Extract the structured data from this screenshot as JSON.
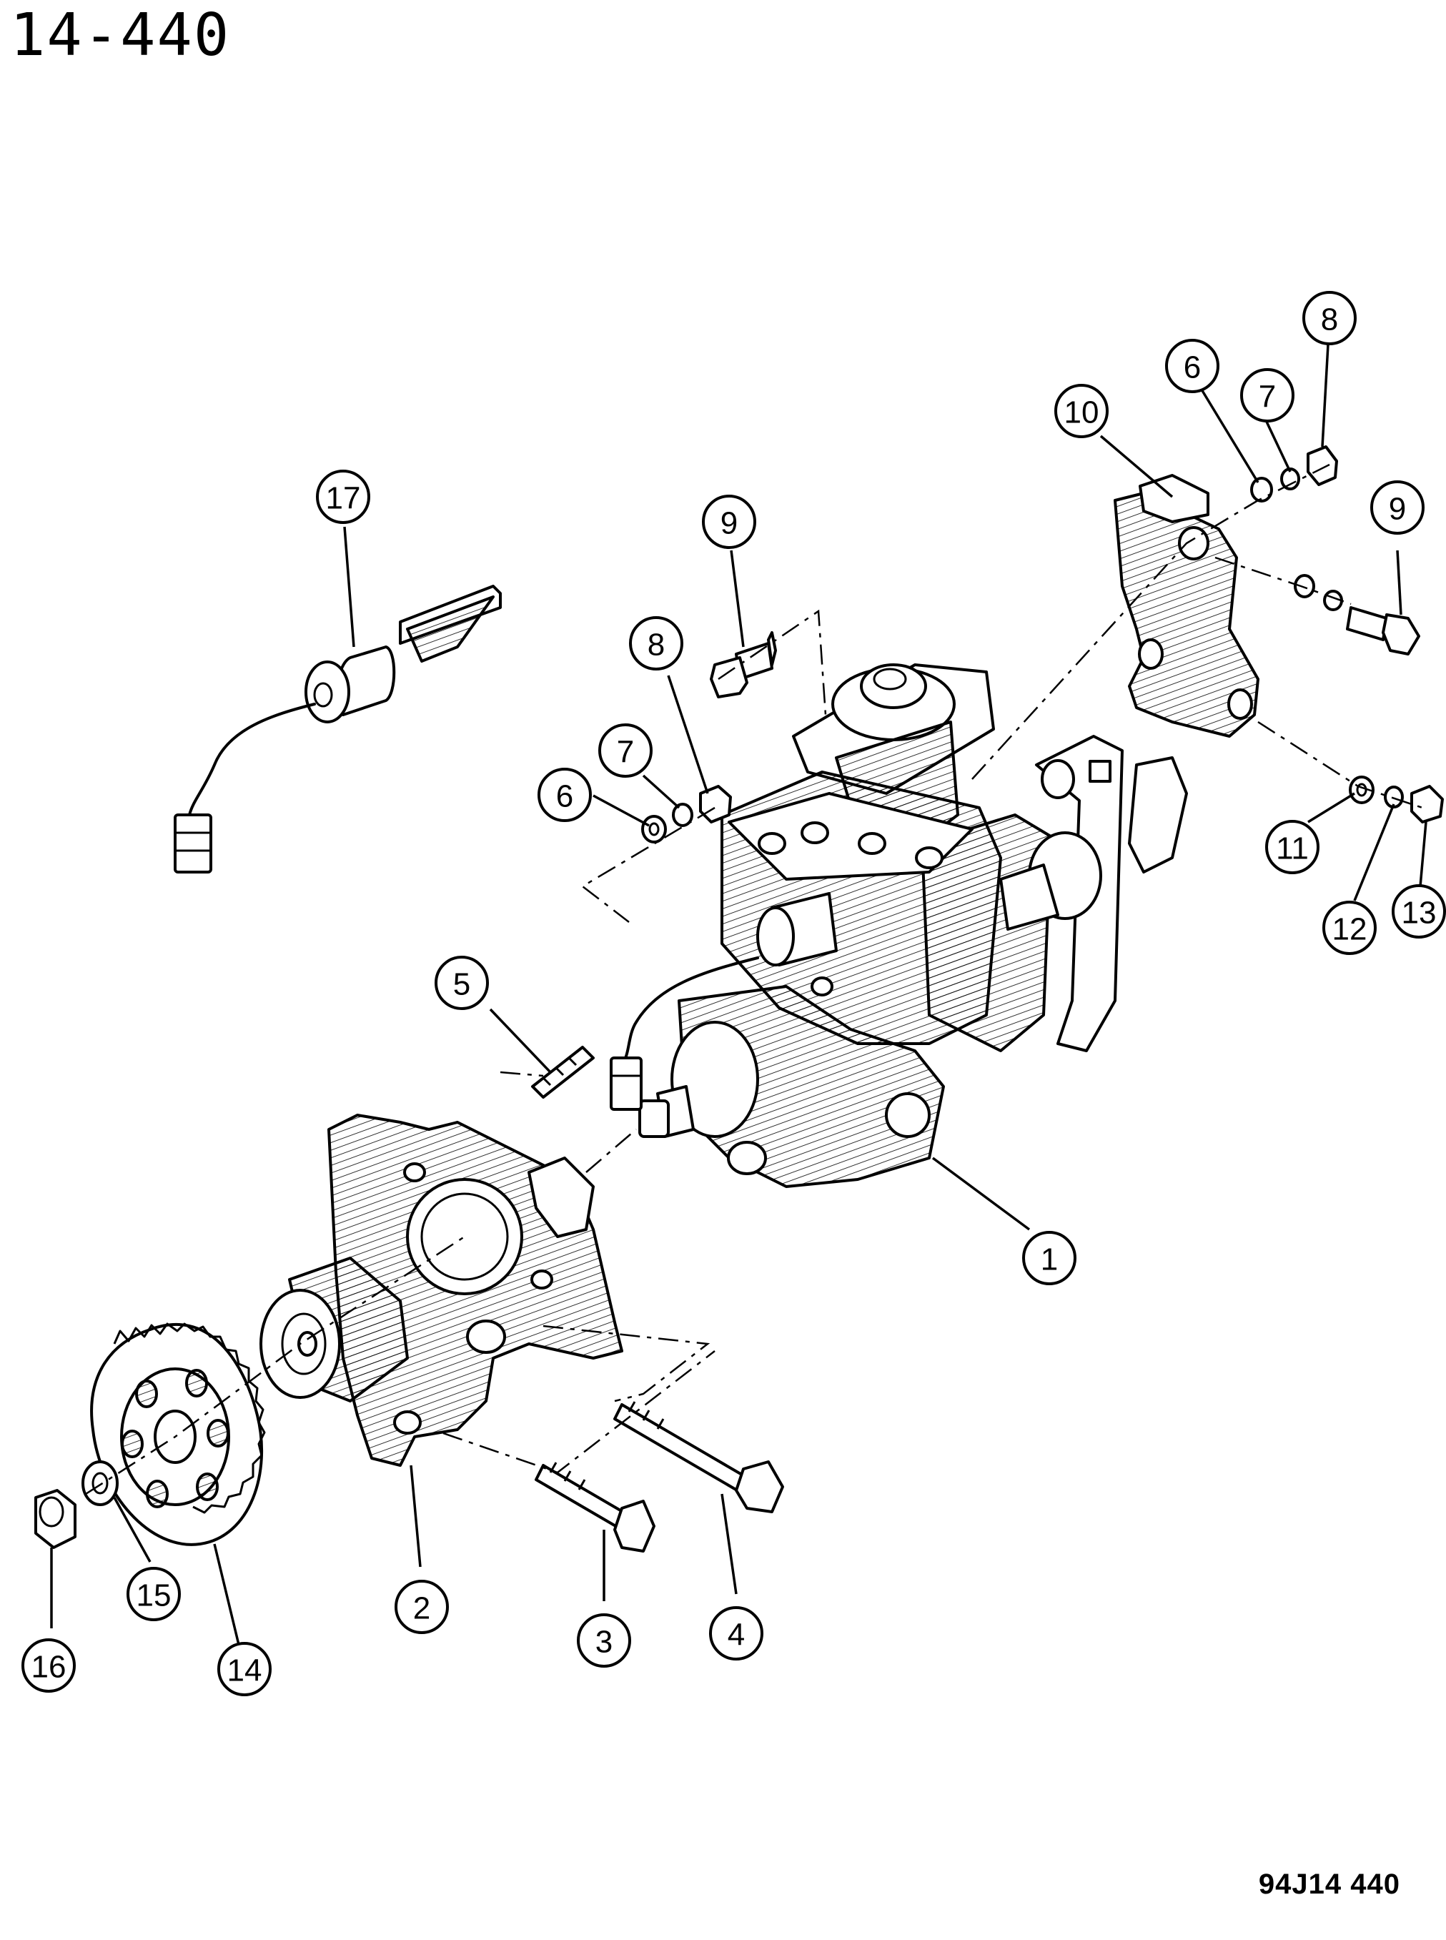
{
  "header": {
    "page_number": "14-440"
  },
  "footer": {
    "figure_code": "94J14 440"
  },
  "callouts": [
    {
      "label": "1"
    },
    {
      "label": "2"
    },
    {
      "label": "3"
    },
    {
      "label": "4"
    },
    {
      "label": "5"
    },
    {
      "label": "6"
    },
    {
      "label": "7"
    },
    {
      "label": "8"
    },
    {
      "label": "9"
    },
    {
      "label": "6"
    },
    {
      "label": "7"
    },
    {
      "label": "8"
    },
    {
      "label": "9"
    },
    {
      "label": "10"
    },
    {
      "label": "11"
    },
    {
      "label": "12"
    },
    {
      "label": "13"
    },
    {
      "label": "14"
    },
    {
      "label": "15"
    },
    {
      "label": "16"
    },
    {
      "label": "17"
    }
  ]
}
